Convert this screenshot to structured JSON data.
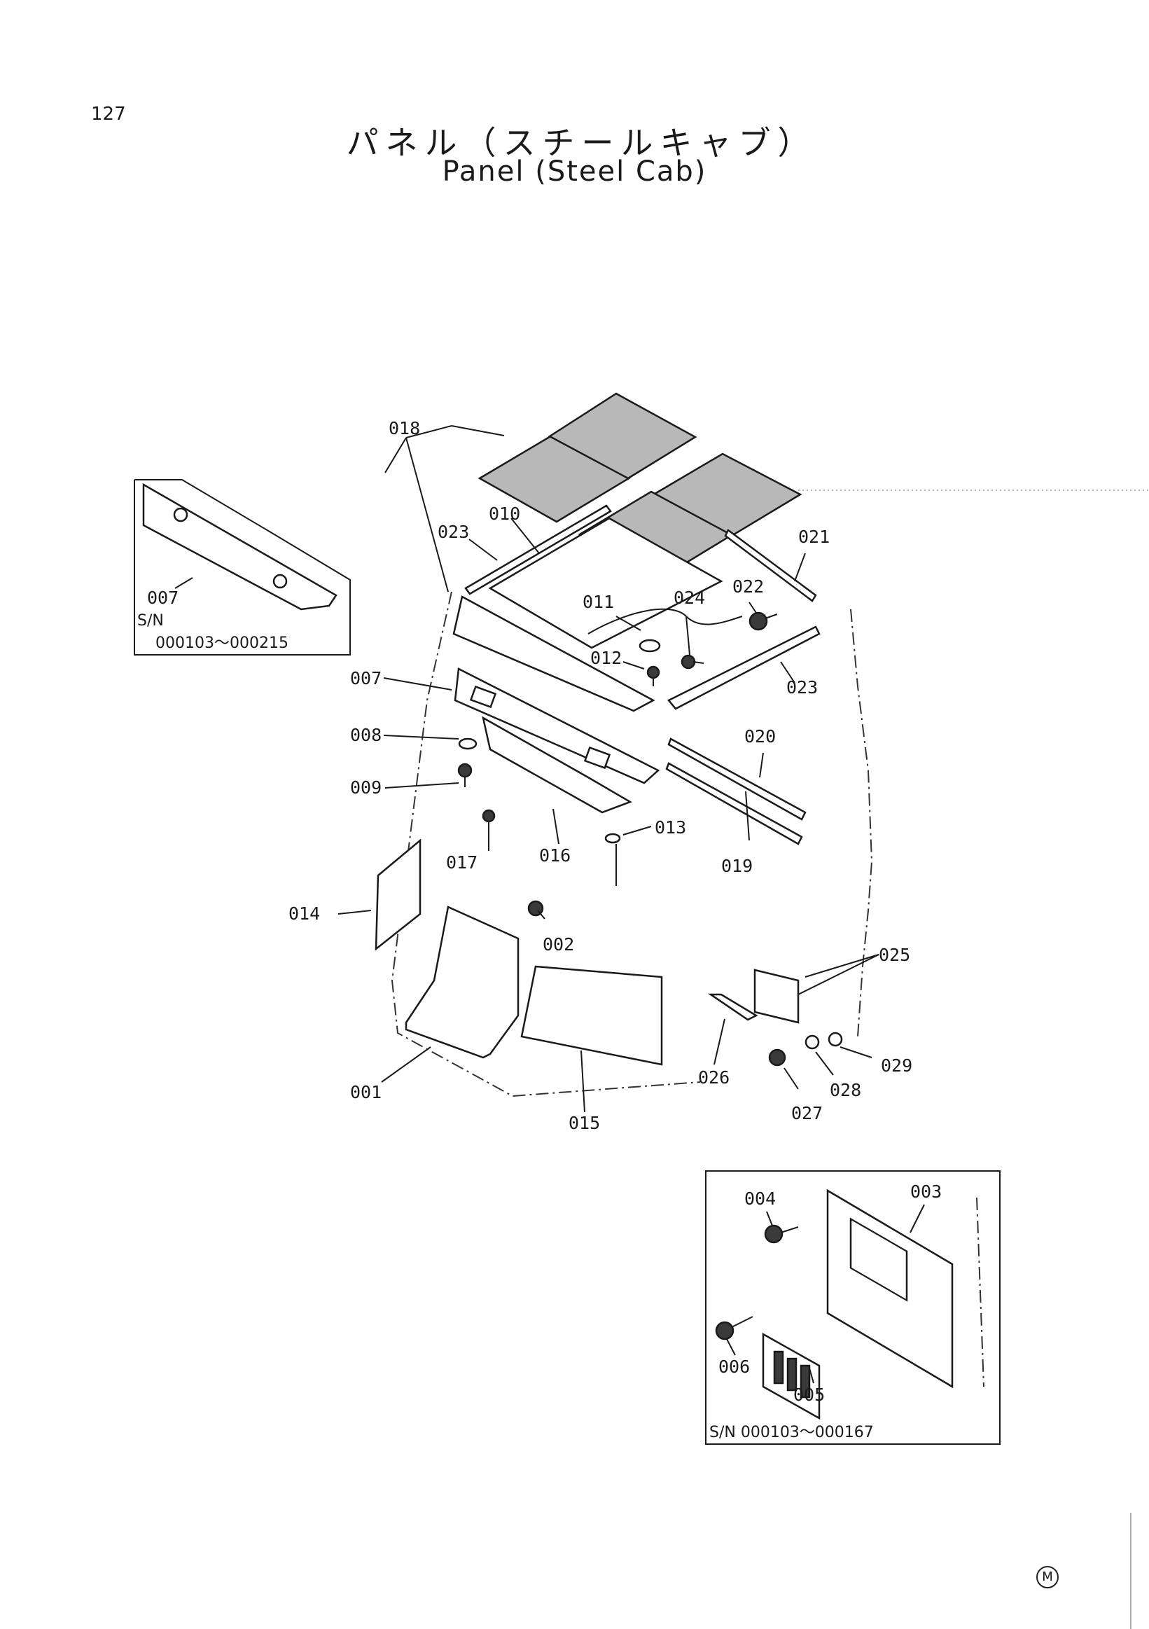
{
  "page": {
    "number": "127",
    "mark": "M"
  },
  "title": {
    "jp": "パネル（スチールキャブ）",
    "en": "Panel (Steel Cab)"
  },
  "labels": {
    "p018": "018",
    "p023a": "023",
    "p010": "010",
    "p021": "021",
    "p011": "011",
    "p024": "024",
    "p022": "022",
    "p012": "012",
    "p023b": "023",
    "p007": "007",
    "p008": "008",
    "p009": "009",
    "p020": "020",
    "p013": "013",
    "p016": "016",
    "p017": "017",
    "p019": "019",
    "p014": "014",
    "p002": "002",
    "p025": "025",
    "p001": "001",
    "p015": "015",
    "p026": "026",
    "p029": "029",
    "p028": "028",
    "p027": "027"
  },
  "inset_left": {
    "label": "007",
    "sn_prefix": "S/N",
    "sn_range": "000103～000215"
  },
  "inset_right": {
    "l004": "004",
    "l003": "003",
    "l006": "006",
    "l005": "005",
    "sn": "S/N  000103～000167"
  }
}
